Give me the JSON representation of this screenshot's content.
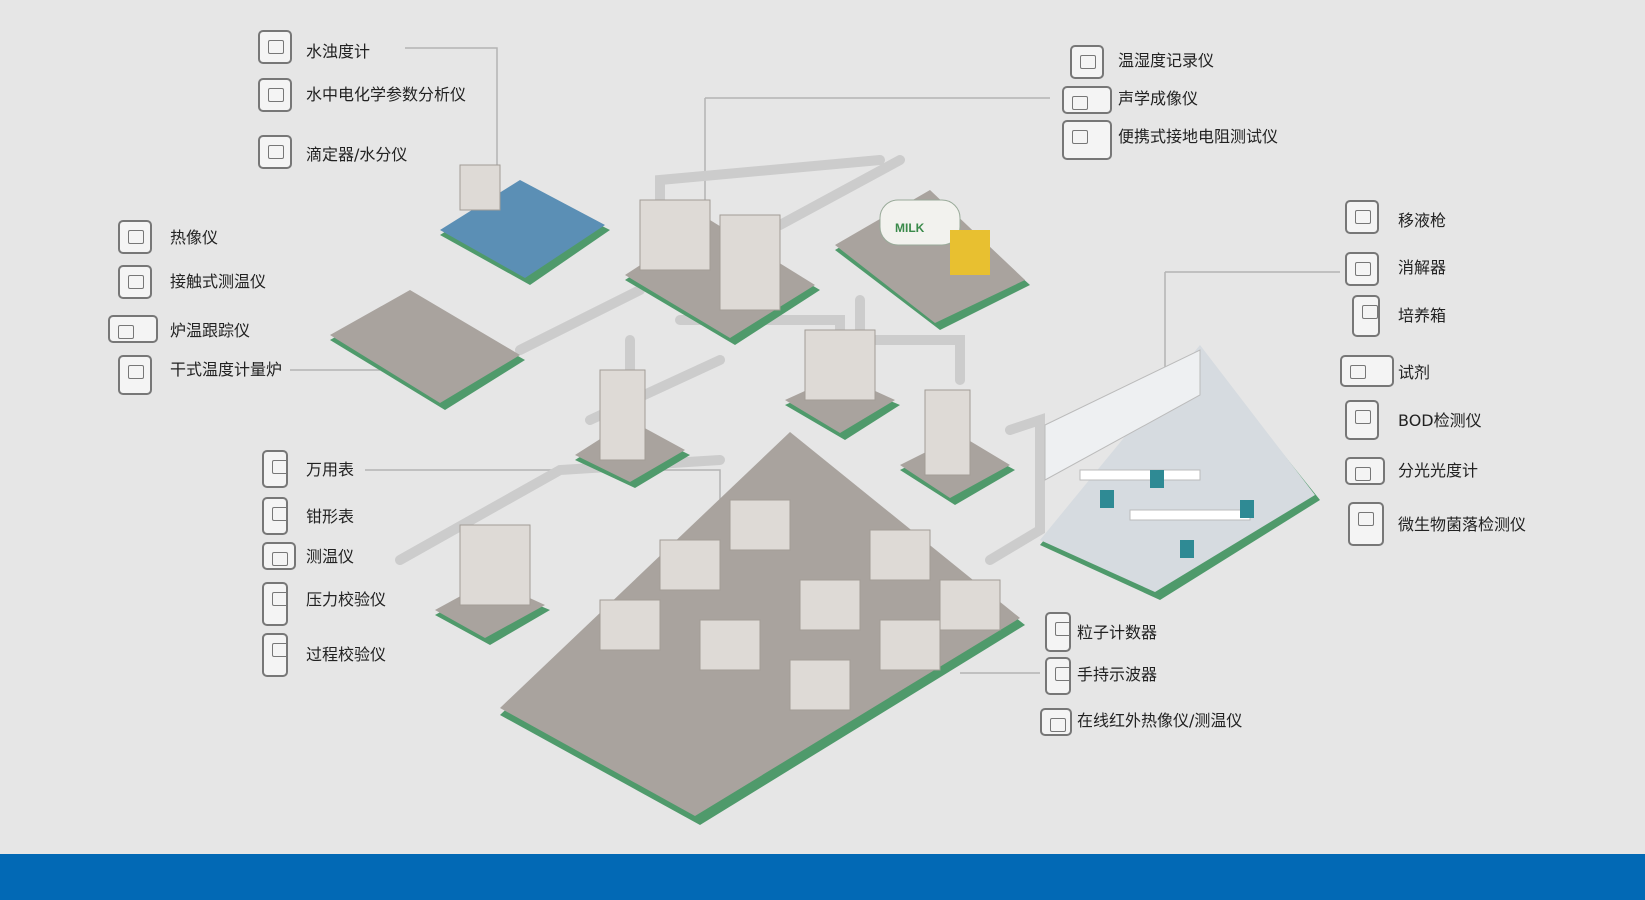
{
  "colors": {
    "background": "#e6e6e6",
    "footer": "#0269b5",
    "platform": "#a9a39e",
    "platform_edge": "#4f9a6b",
    "line": "#b4b4b4"
  },
  "groups": {
    "water": [
      "水浊度计",
      "水中电化学参数分析仪",
      "滴定器/水分仪"
    ],
    "farm": [
      "热像仪",
      "接触式测温仪",
      "炉温跟踪仪",
      "干式温度计量炉"
    ],
    "electrical": [
      "万用表",
      "钳形表",
      "测温仪",
      "压力校验仪",
      "过程校验仪"
    ],
    "plant": [
      "温湿度记录仪",
      "声学成像仪",
      "便携式接地电阻测试仪"
    ],
    "lab": [
      "移液枪",
      "消解器",
      "培养箱",
      "试剂",
      "BOD检测仪",
      "分光光度计",
      "微生物菌落检测仪"
    ],
    "production": [
      "粒子计数器",
      "手持示波器",
      "在线红外热像仪/测温仪"
    ]
  },
  "truck_text": "MILK"
}
